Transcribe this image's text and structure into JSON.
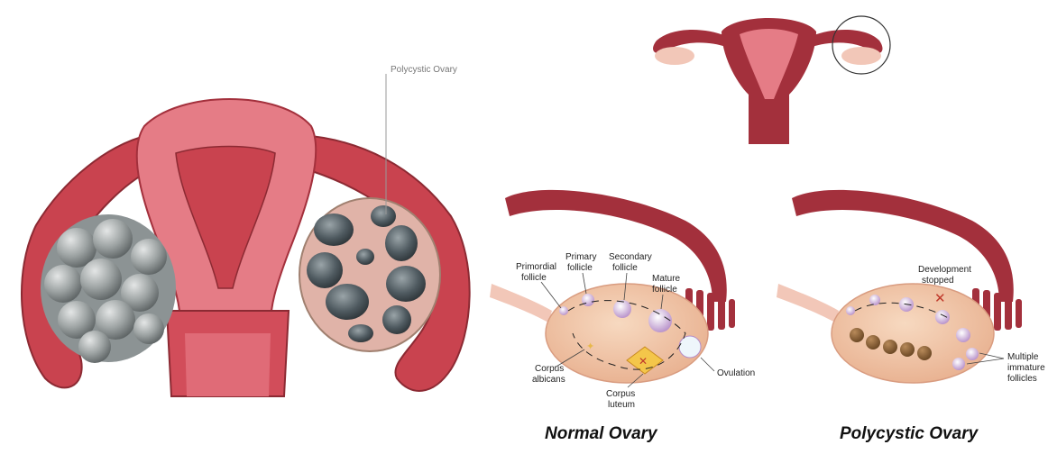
{
  "left_illustration": {
    "callout": "Polycystic Ovary"
  },
  "normal_ovary": {
    "title": "Normal Ovary",
    "labels": {
      "primordial_line1": "Primordial",
      "primordial_line2": "follicle",
      "primary_line1": "Primary",
      "primary_line2": "follicle",
      "secondary_line1": "Secondary",
      "secondary_line2": "follicle",
      "mature_line1": "Mature",
      "mature_line2": "follicle",
      "ovulation": "Ovulation",
      "albicans_line1": "Corpus",
      "albicans_line2": "albicans",
      "luteum_line1": "Corpus",
      "luteum_line2": "luteum"
    }
  },
  "polycystic_ovary": {
    "title": "Polycystic Ovary",
    "labels": {
      "development_line1": "Development",
      "development_line2": "stopped",
      "multiple_line1": "Multiple",
      "multiple_line2": "immature",
      "multiple_line3": "follicles"
    }
  },
  "colors": {
    "uterus": "#d8545f",
    "uterus_dark": "#a3303c",
    "tube": "#8c2a33",
    "ovary": "#f2c7a8",
    "cyst": "#5e6a70",
    "follicle": "#c8a6d6"
  }
}
